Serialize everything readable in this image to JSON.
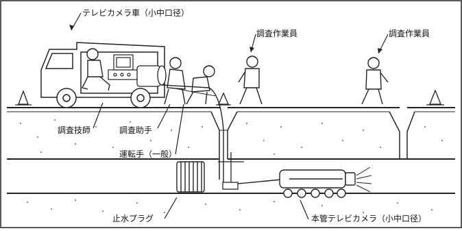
{
  "labels": {
    "tv_camera_truck": "テレビカメラ車（小中口径）",
    "investigator_left": "調査作業員",
    "investigator_right": "調査作業員",
    "survey_engineer": "調査技師",
    "survey_assistant": "調査助手",
    "driver": "運転手（一般）",
    "stop_water_plug": "止水プラグ",
    "main_pipe_tv_camera": "本管テレビカメラ（小中口径）"
  }
}
